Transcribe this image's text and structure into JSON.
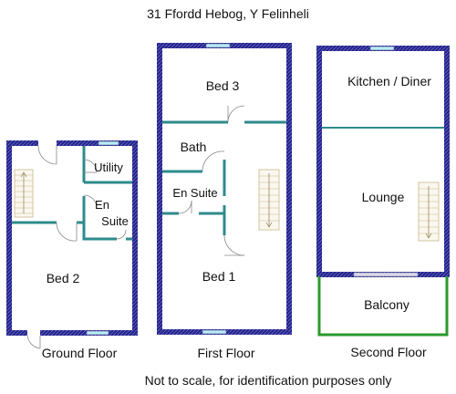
{
  "title": "31 Ffordd Hebog, Y Felinheli",
  "footer": "Not to scale, for identification purposes only",
  "floors": {
    "ground": {
      "caption": "Ground Floor",
      "rooms": {
        "utility": "Utility",
        "en_suite_1": "En",
        "en_suite_2": "Suite",
        "bed2": "Bed 2"
      }
    },
    "first": {
      "caption": "First Floor",
      "rooms": {
        "bed3": "Bed 3",
        "bath": "Bath",
        "en_suite": "En Suite",
        "bed1": "Bed 1"
      }
    },
    "second": {
      "caption": "Second Floor",
      "rooms": {
        "kitchen": "Kitchen / Diner",
        "lounge": "Lounge",
        "balcony": "Balcony"
      }
    }
  },
  "colors": {
    "wall": "#23238a",
    "internal_wall": "#2e8b8b",
    "window": "#b8ecf2",
    "balcony": "#2a9a2a",
    "stairs": "#c9b78a",
    "door": "#888888"
  }
}
